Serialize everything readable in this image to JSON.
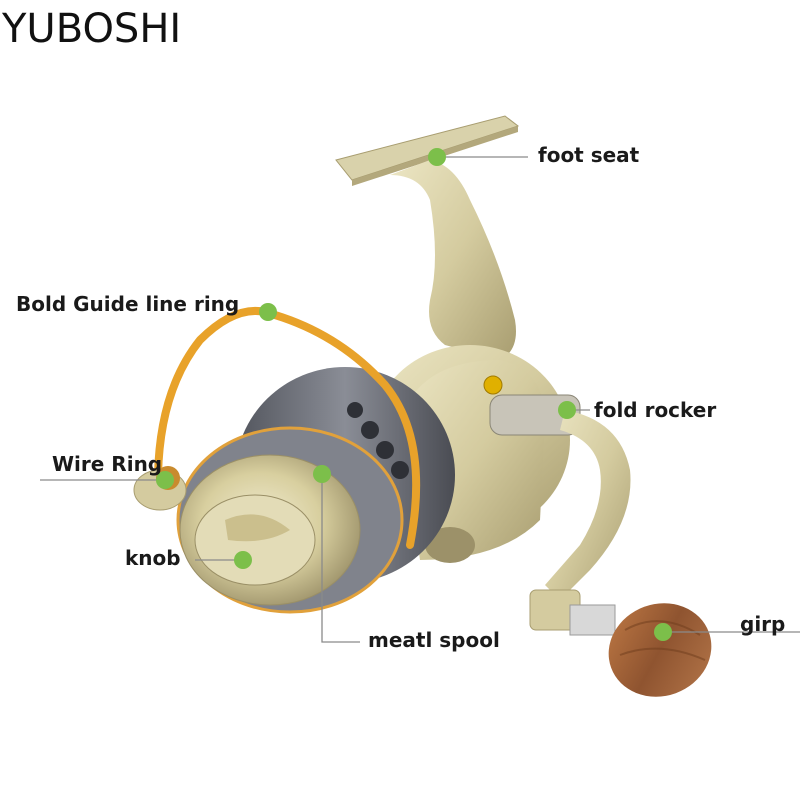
{
  "brand": "YUBOSHI",
  "colors": {
    "leader_line": "#8a8a8a",
    "marker_dot": "#7cbf4a",
    "reel_body": "#d7cfa6",
    "reel_shadow": "#a99f74",
    "bail_wire": "#e8a22a",
    "spool_metal": "#6c6f78",
    "handle_knob": "#9a5c32"
  },
  "labels": {
    "foot_seat": "foot seat",
    "bold_guide_line_ring": "Bold Guide line ring",
    "fold_rocker": "fold rocker",
    "wire_ring": "Wire Ring",
    "knob": "knob",
    "meatl_spool": "meatl spool",
    "girp": "girp"
  }
}
